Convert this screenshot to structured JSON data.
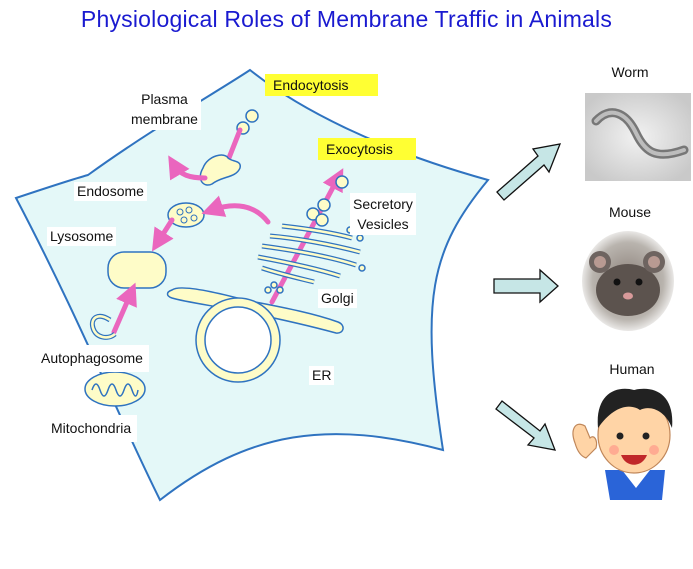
{
  "title": "Physiological Roles of Membrane Traffic in Animals",
  "cell_labels": {
    "plasma_membrane_1": "Plasma",
    "plasma_membrane_2": "membrane",
    "endocytosis": "Endocytosis",
    "exocytosis": "Exocytosis",
    "endosome": "Endosome",
    "secretory_vesicles_1": "Secretory",
    "secretory_vesicles_2": "Vesicles",
    "lysosome": "Lysosome",
    "golgi": "Golgi",
    "autophagosome": "Autophagosome",
    "er": "ER",
    "mitochondria": "Mitochondria"
  },
  "organisms": {
    "worm": "Worm",
    "mouse": "Mouse",
    "human": "Human"
  },
  "colors": {
    "title": "#1a1ad0",
    "cell_fill": "#e4f8f8",
    "cell_stroke": "#2f73c0",
    "organelle_fill": "#fefcc8",
    "arrow_pink": "#ea66be",
    "highlight": "#ffff33",
    "arrow_fill": "#c6e6e6"
  }
}
